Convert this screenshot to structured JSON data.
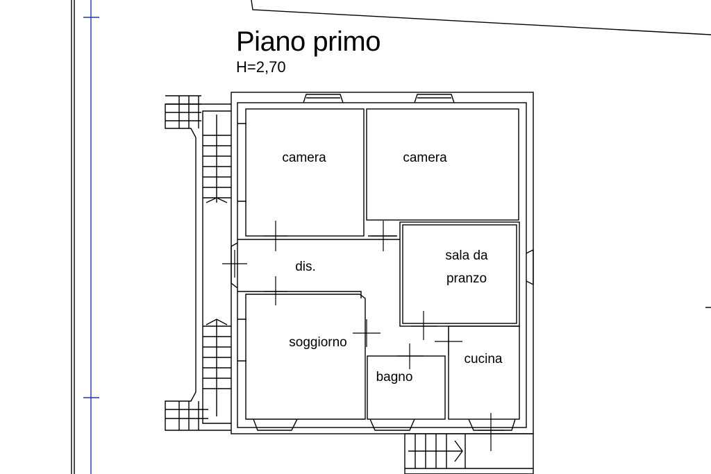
{
  "plan": {
    "title": "Piano primo",
    "height": "H=2,70",
    "rooms": {
      "camera_left": "camera",
      "camera_right": "camera",
      "disimpegno": "dis.",
      "sala_da_pranzo_line1": "sala da",
      "sala_da_pranzo_line2": "pranzo",
      "soggiorno": "soggiorno",
      "bagno": "bagno",
      "cucina": "cucina"
    }
  }
}
